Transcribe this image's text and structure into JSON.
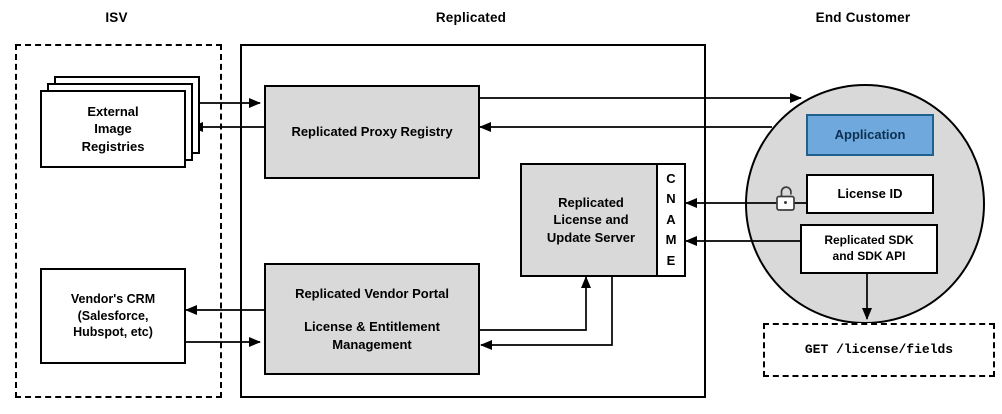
{
  "sections": {
    "isv": {
      "title": "ISV"
    },
    "replicated": {
      "title": "Replicated"
    },
    "end_customer": {
      "title": "End Customer"
    }
  },
  "nodes": {
    "external_registries": {
      "label": "External\nImage\nRegistries"
    },
    "vendors_crm": {
      "label": "Vendor's CRM\n(Salesforce,\nHubspot, etc)"
    },
    "proxy_registry": {
      "label": "Replicated Proxy Registry"
    },
    "license_server": {
      "label": "Replicated\nLicense and\nUpdate Server"
    },
    "cname": {
      "label": "CNAME"
    },
    "vendor_portal": {
      "title": "Replicated Vendor Portal",
      "subtitle": "License & Entitlement\nManagement"
    },
    "application": {
      "label": "Application"
    },
    "license_id": {
      "label": "License ID"
    },
    "sdk": {
      "label": "Replicated SDK\nand SDK API"
    },
    "get_request": {
      "label": "GET /license/fields"
    }
  },
  "icons": {
    "lock": "unlocked-padlock-icon"
  },
  "colors": {
    "box_gray": "#d9d9d9",
    "circle_gray": "#d9d9d9",
    "app_fill": "#6fa8dc",
    "app_border": "#20608e",
    "app_text": "#0d2f52",
    "line_color": "#000000"
  }
}
